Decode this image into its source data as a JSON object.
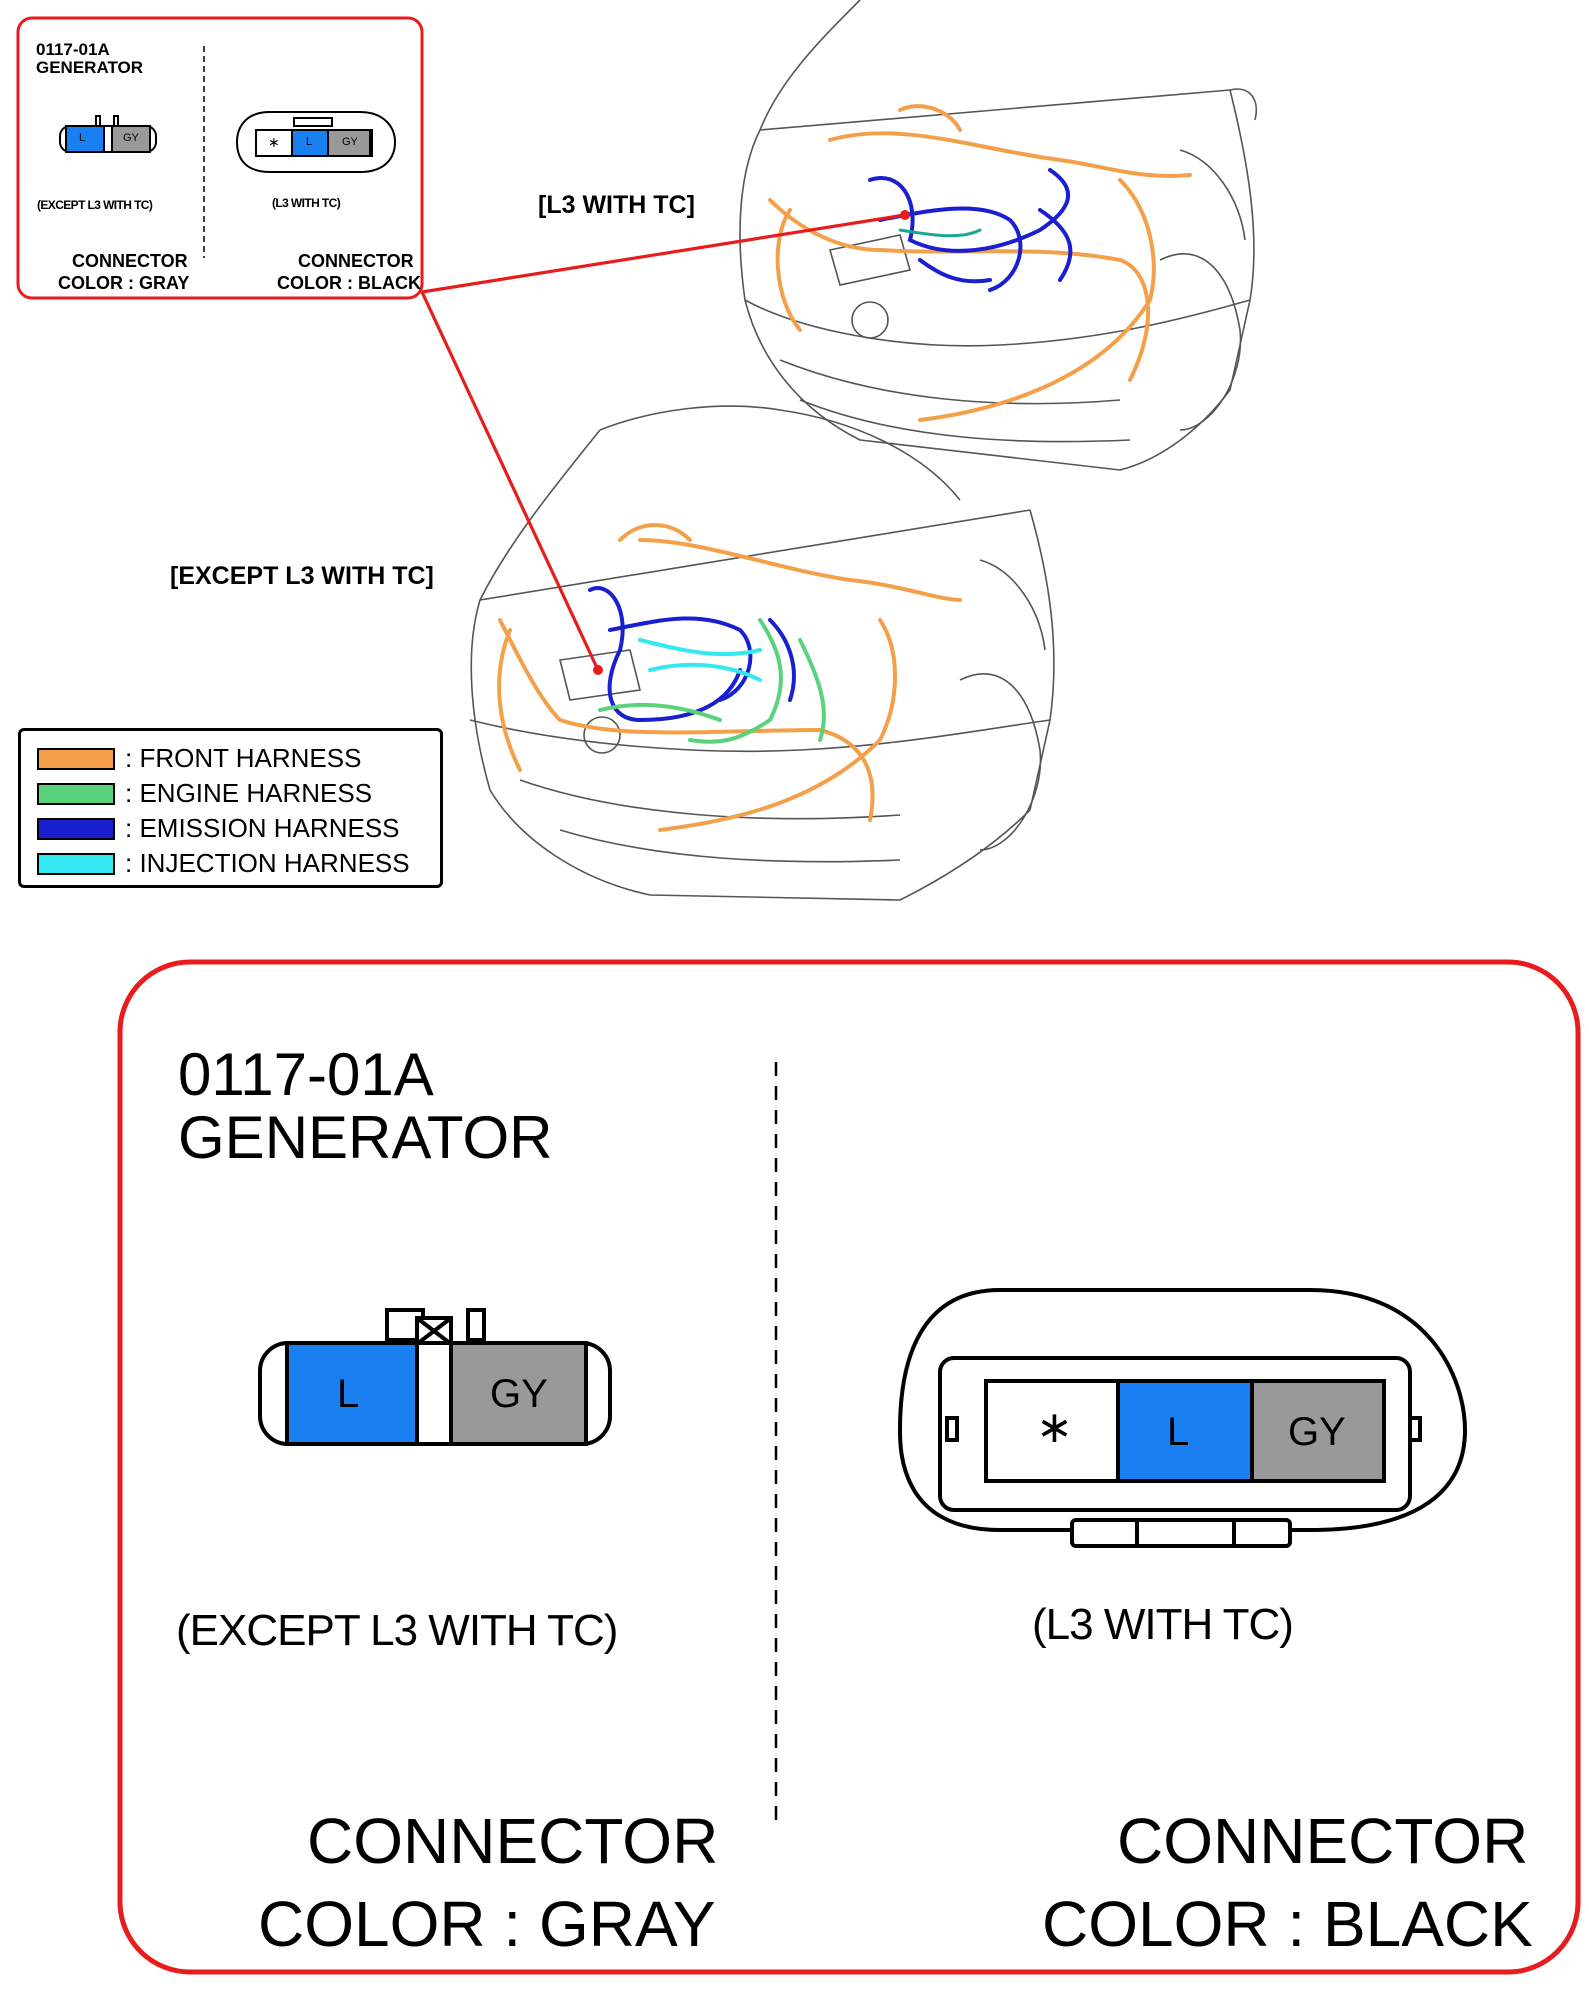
{
  "connector": {
    "code": "0117-01A",
    "name": "GENERATOR",
    "left": {
      "variant": "(EXCEPT L3 WITH TC)",
      "color_line1": "CONNECTOR",
      "color_line2": "COLOR : GRAY",
      "pins": [
        "L",
        "GY"
      ]
    },
    "right": {
      "variant": "(L3 WITH TC)",
      "color_line1": "CONNECTOR",
      "color_line2": "COLOR : BLACK",
      "pins": [
        "∗",
        "L",
        "GY"
      ]
    }
  },
  "views": {
    "l3_with_tc": "[L3 WITH TC]",
    "except_l3_with_tc": "[EXCEPT L3 WITH TC]"
  },
  "legend": [
    {
      "label": ": FRONT HARNESS",
      "color": "#f4a04a"
    },
    {
      "label": ": ENGINE HARNESS",
      "color": "#5ad27c"
    },
    {
      "label": ": EMISSION HARNESS",
      "color": "#1a1fd0"
    },
    {
      "label": ": INJECTION HARNESS",
      "color": "#33e8f0"
    }
  ],
  "colors": {
    "callout_red": "#e81c1c",
    "pin_blue": "#1a7ff0",
    "pin_gray": "#999999"
  }
}
